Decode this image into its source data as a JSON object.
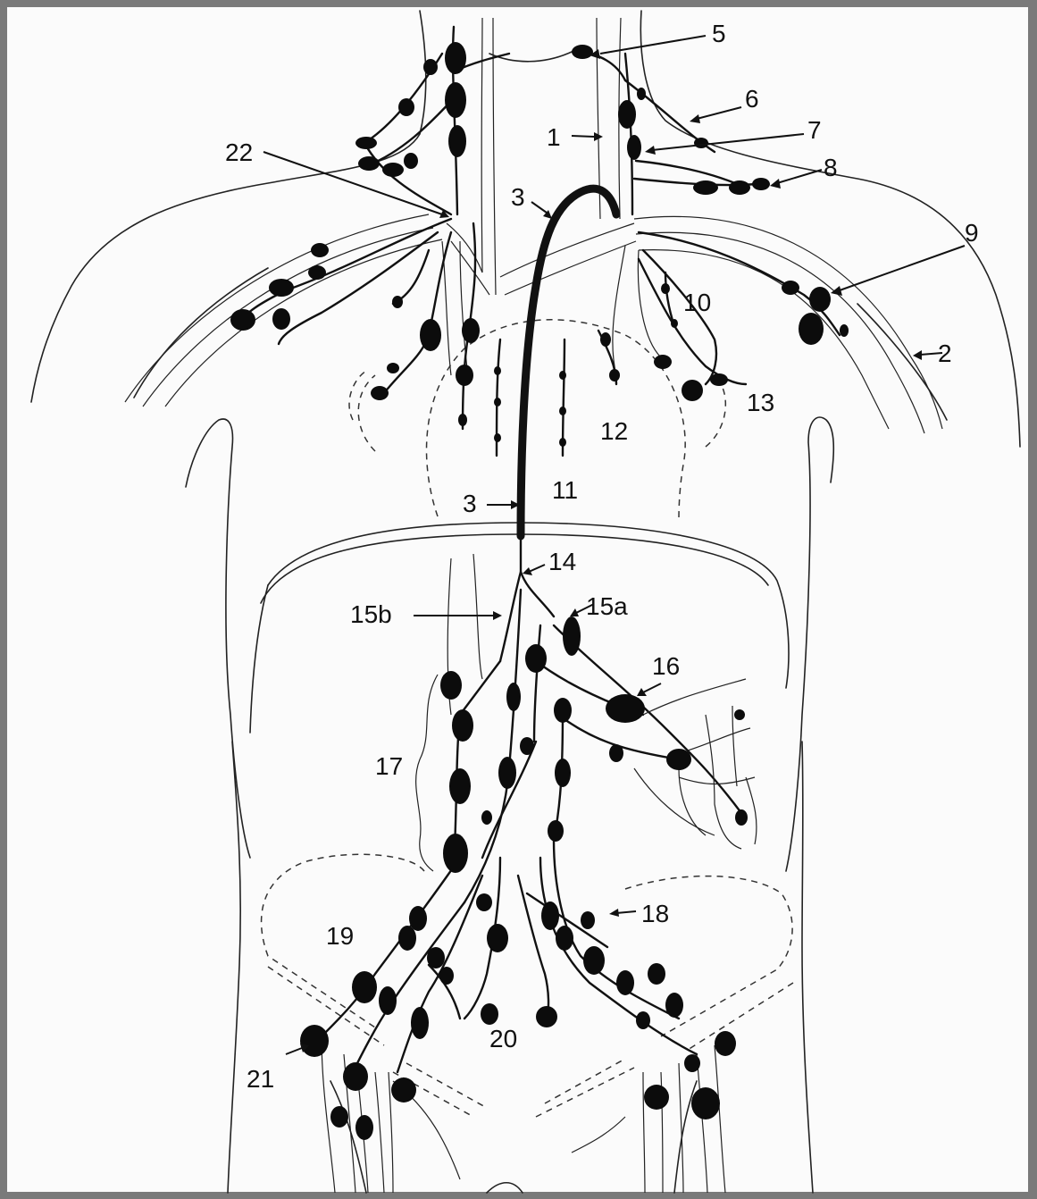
{
  "diagram": {
    "labels": [
      {
        "id": "1",
        "text": "1"
      },
      {
        "id": "2",
        "text": "2"
      },
      {
        "id": "3a",
        "text": "3"
      },
      {
        "id": "3b",
        "text": "3"
      },
      {
        "id": "5",
        "text": "5"
      },
      {
        "id": "6",
        "text": "6"
      },
      {
        "id": "7",
        "text": "7"
      },
      {
        "id": "8",
        "text": "8"
      },
      {
        "id": "9",
        "text": "9"
      },
      {
        "id": "10",
        "text": "10"
      },
      {
        "id": "11",
        "text": "11"
      },
      {
        "id": "12",
        "text": "12"
      },
      {
        "id": "13",
        "text": "13"
      },
      {
        "id": "14",
        "text": "14"
      },
      {
        "id": "15a",
        "text": "15a"
      },
      {
        "id": "15b",
        "text": "15b"
      },
      {
        "id": "16",
        "text": "16"
      },
      {
        "id": "17",
        "text": "17"
      },
      {
        "id": "18",
        "text": "18"
      },
      {
        "id": "19",
        "text": "19"
      },
      {
        "id": "20",
        "text": "20"
      },
      {
        "id": "21",
        "text": "21"
      },
      {
        "id": "22",
        "text": "22"
      }
    ]
  }
}
